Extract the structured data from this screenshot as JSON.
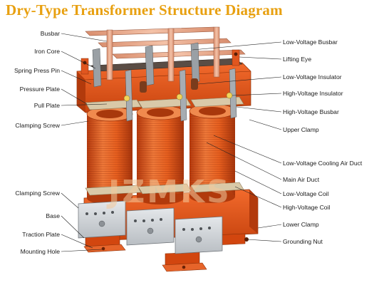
{
  "title": "Dry-Type Transformer Structure Diagram",
  "watermark": "JZMKS",
  "labels": {
    "busbar": "Busbar",
    "iron_core": "Iron Core",
    "spring_press_pin": "Spring Press Pin",
    "pressure_plate": "Pressure Plate",
    "pull_plate": "Pull Plate",
    "clamping_screw_top": "Clamping Screw",
    "clamping_screw_bottom": "Clamping Screw",
    "base": "Base",
    "traction_plate": "Traction Plate",
    "mounting_hole": "Mounting Hole",
    "low_voltage_busbar": "Low-Voltage Busbar",
    "lifting_eye": "Lifting Eye",
    "low_voltage_insulator": "Low-Voltage Insulator",
    "high_voltage_insulator": "High-Voltage Insulator",
    "high_voltage_busbar": "High-Voltage Busbar",
    "upper_clamp": "Upper Clamp",
    "low_voltage_cooling_air_duct": "Low-Voltage Cooling Air Duct",
    "main_air_duct": "Main Air Duct",
    "low_voltage_coil": "Low-Voltage Coil",
    "high_voltage_coil": "High-Voltage Coil",
    "lower_clamp": "Lower Clamp",
    "grounding_nut": "Grounding Nut"
  },
  "colors": {
    "title": "#e8a010",
    "coil": "#e0561f",
    "clamp": "#e8521a",
    "copper": "#e9a98a",
    "insulator": "#d9c9a8",
    "terminal_box": "#cfd3d6"
  }
}
